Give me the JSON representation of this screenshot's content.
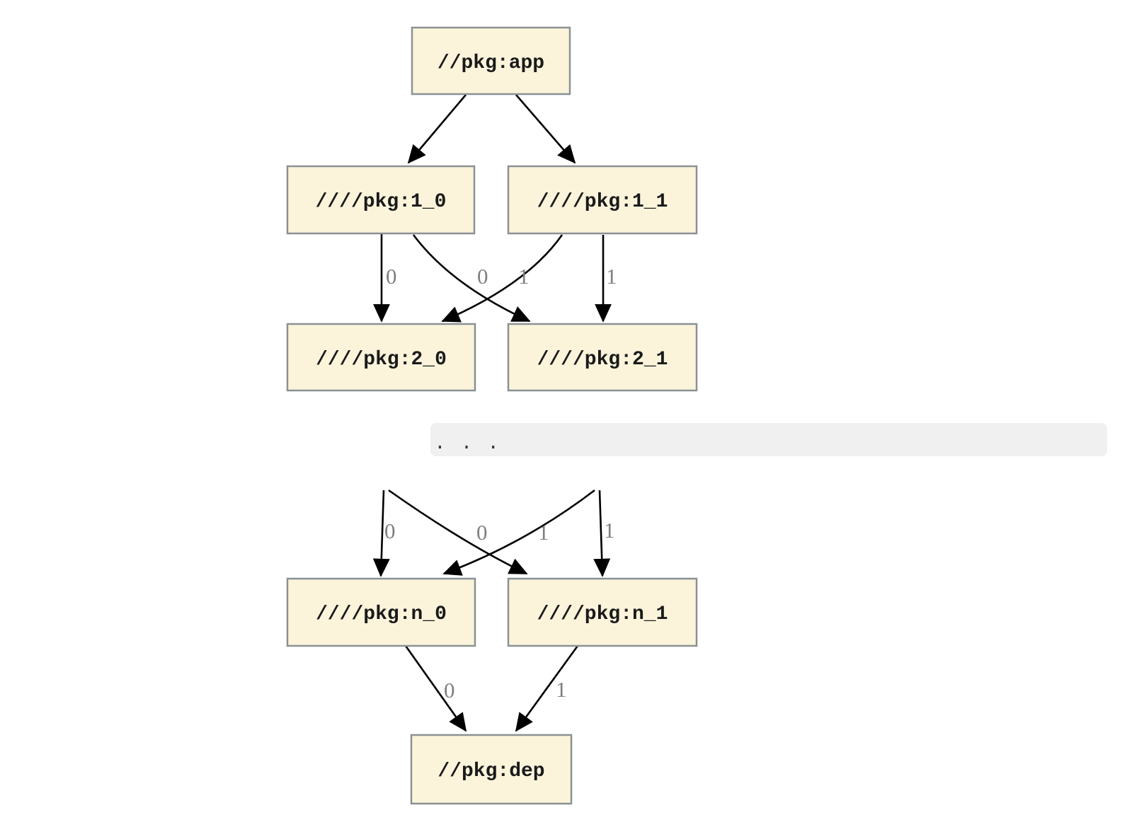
{
  "diagram": {
    "type": "dependency-graph",
    "ellipsis": ". . .",
    "colors": {
      "node_fill": "#FBF4DB",
      "node_border": "#8A9194",
      "node_text": "#1A1A1A",
      "edge": "#000000",
      "edge_label": "#7F7F7F",
      "band_bg": "#F0F0F0",
      "band_text": "#3A3A3A"
    },
    "nodes": {
      "app": {
        "label": "//pkg:app"
      },
      "v1_0": {
        "label": "////pkg:1_0"
      },
      "v1_1": {
        "label": "////pkg:1_1"
      },
      "v2_0": {
        "label": "////pkg:2_0"
      },
      "v2_1": {
        "label": "////pkg:2_1"
      },
      "vn_0": {
        "label": "////pkg:n_0"
      },
      "vn_1": {
        "label": "////pkg:n_1"
      },
      "dep": {
        "label": "//pkg:dep"
      }
    },
    "edges": [
      {
        "from": "//pkg:app",
        "to": "////pkg:1_0",
        "label": ""
      },
      {
        "from": "//pkg:app",
        "to": "////pkg:1_1",
        "label": ""
      },
      {
        "from": "////pkg:1_0",
        "to": "////pkg:2_0",
        "label": "0"
      },
      {
        "from": "////pkg:1_0",
        "to": "////pkg:2_1",
        "label": "0"
      },
      {
        "from": "////pkg:1_1",
        "to": "////pkg:2_0",
        "label": "1"
      },
      {
        "from": "////pkg:1_1",
        "to": "////pkg:2_1",
        "label": "1"
      },
      {
        "from": "...",
        "to": "////pkg:n_0",
        "label": "0"
      },
      {
        "from": "...",
        "to": "////pkg:n_1",
        "label": "0"
      },
      {
        "from": "...",
        "to": "////pkg:n_0",
        "label": "1"
      },
      {
        "from": "...",
        "to": "////pkg:n_1",
        "label": "1"
      },
      {
        "from": "////pkg:n_0",
        "to": "//pkg:dep",
        "label": "0"
      },
      {
        "from": "////pkg:n_1",
        "to": "//pkg:dep",
        "label": "1"
      }
    ]
  }
}
